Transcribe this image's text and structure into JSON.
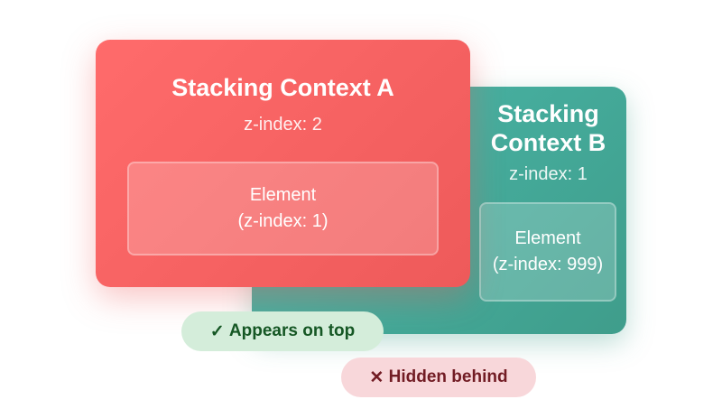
{
  "context_b": {
    "title": "Stacking Context B",
    "z_index": "z-index: 1",
    "element_line1": "Element",
    "element_line2": "(z-index: 999)",
    "color": "#44a08d"
  },
  "context_a": {
    "title": "Stacking Context A",
    "z_index": "z-index: 2",
    "element_line1": "Element",
    "element_line2": "(z-index: 1)",
    "color": "#ee5a5a"
  },
  "badges": {
    "top": {
      "icon": "✓",
      "label": "Appears on top",
      "color": "#155724"
    },
    "behind": {
      "icon": "✕",
      "label": "Hidden behind",
      "color": "#721c24"
    }
  }
}
